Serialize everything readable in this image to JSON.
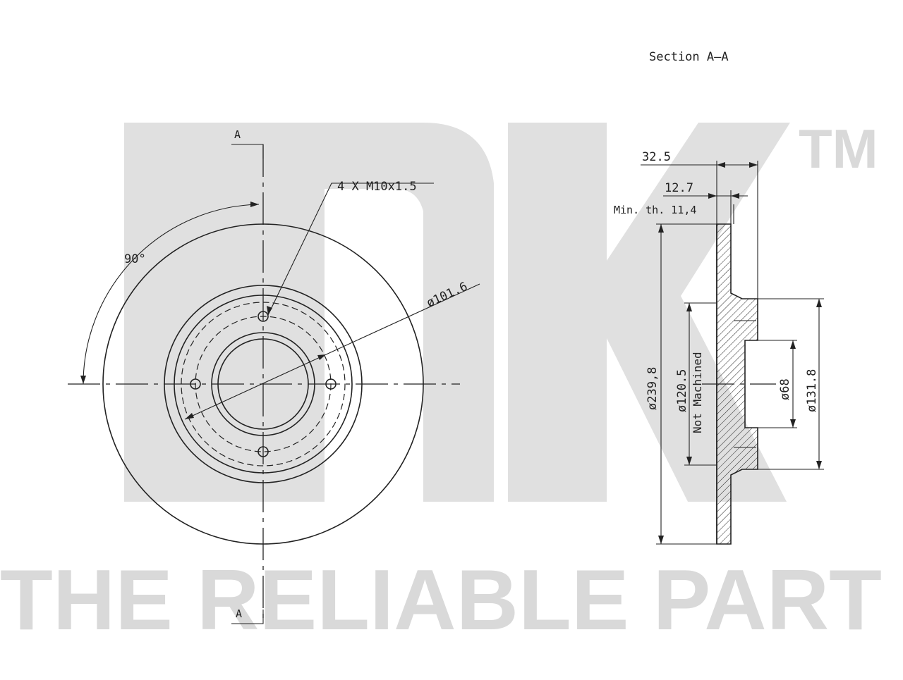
{
  "watermark": {
    "brand": "NK",
    "trademark": "TM",
    "slogan": "THE RELIABLE PART"
  },
  "section_title": "Section A–A",
  "front_view": {
    "section_marker_top": "A",
    "section_marker_bottom": "A",
    "angle_label": "90°",
    "bolt_label": "4 X M10x1.5",
    "pcd_label": "ø101.6"
  },
  "section_view": {
    "overall_height_label": "32.5",
    "disc_thickness_label": "12.7",
    "min_thickness_label": "Min. th. 11,4",
    "outer_diameter_label": "ø239,8",
    "not_machined_diameter_label": "ø120.5",
    "not_machined_label": "Not Machined",
    "bore_label": "ø68",
    "hub_diameter_label": "ø131.8"
  }
}
